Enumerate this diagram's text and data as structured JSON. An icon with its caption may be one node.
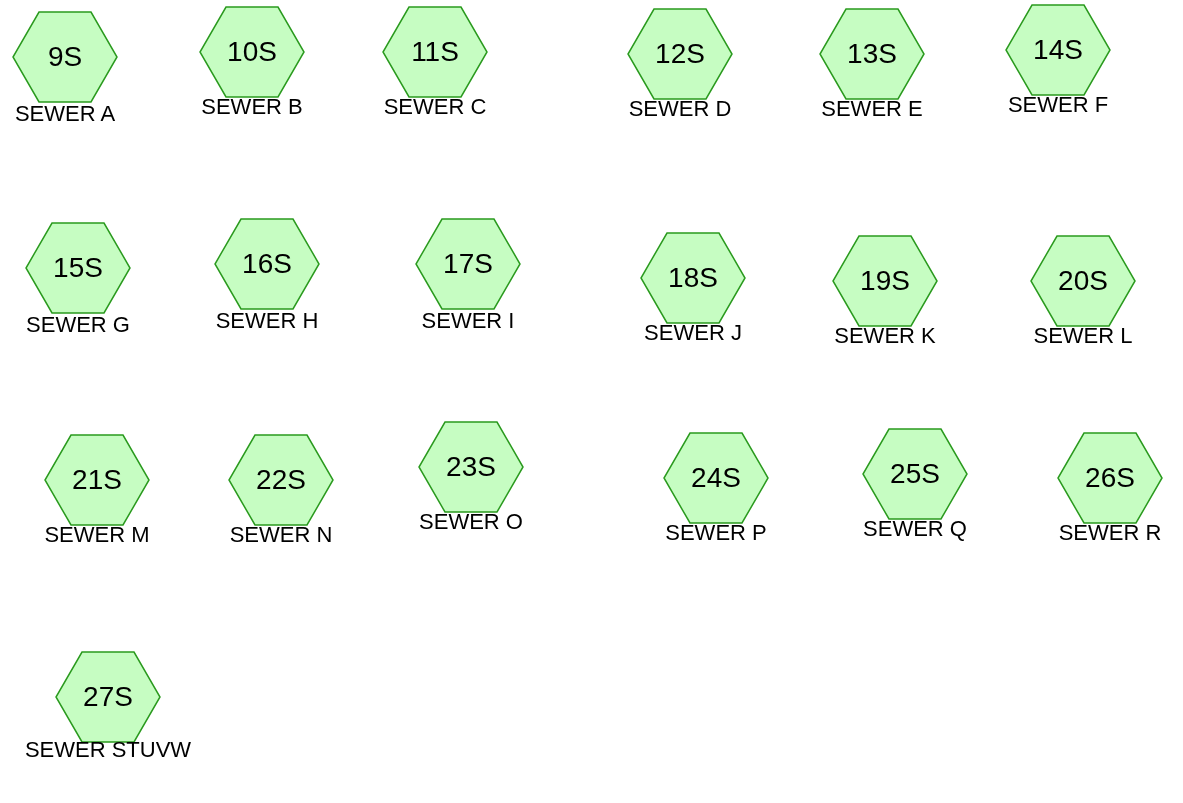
{
  "diagram": {
    "nodes": [
      {
        "text": [
          "9S"
        ],
        "beside": [
          "SEWER A"
        ]
      },
      {
        "text": [
          "10S"
        ],
        "beside": [
          "SEWER B"
        ]
      },
      {
        "text": [
          "11S"
        ],
        "beside": [
          "SEWER C"
        ]
      },
      {
        "text": [
          "12S"
        ],
        "beside": [
          "SEWER D"
        ]
      },
      {
        "text": [
          "13S"
        ],
        "beside": [
          "SEWER E"
        ]
      },
      {
        "text": [
          "14S"
        ],
        "beside": [
          "SEWER F"
        ]
      },
      {
        "text": [
          "15S"
        ],
        "beside": [
          "SEWER G"
        ]
      },
      {
        "text": [
          "16S"
        ],
        "beside": [
          "SEWER H"
        ]
      },
      {
        "text": [
          "17S"
        ],
        "beside": [
          "SEWER I"
        ]
      },
      {
        "text": [
          "18S"
        ],
        "beside": [
          "SEWER J"
        ]
      },
      {
        "text": [
          "19S"
        ],
        "beside": [
          "SEWER K"
        ]
      },
      {
        "text": [
          "20S"
        ],
        "beside": [
          "SEWER L"
        ]
      },
      {
        "text": [
          "21S"
        ],
        "beside": [
          "SEWER M"
        ]
      },
      {
        "text": [
          "22S"
        ],
        "beside": [
          "SEWER N"
        ]
      },
      {
        "text": [
          "23S"
        ],
        "beside": [
          "SEWER O"
        ]
      },
      {
        "text": [
          "24S"
        ],
        "beside": [
          "SEWER P"
        ]
      },
      {
        "text": [
          "25S"
        ],
        "beside": [
          "SEWER Q"
        ]
      },
      {
        "text": [
          "26S"
        ],
        "beside": [
          "SEWER R"
        ]
      },
      {
        "text": [
          "27S"
        ],
        "beside": [
          "SEWER STUVW"
        ]
      }
    ],
    "edges": []
  }
}
